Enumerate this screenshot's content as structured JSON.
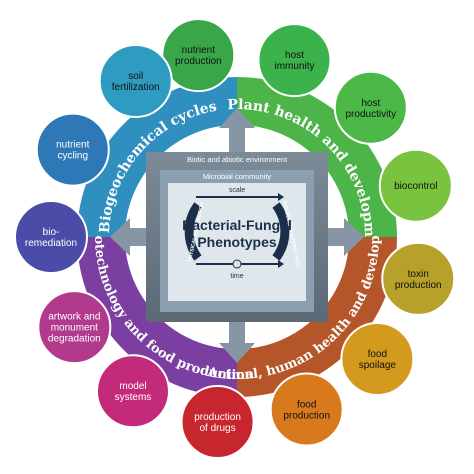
{
  "center": {
    "outer_label": "Biotic and abiotic environment",
    "inner_label": "Microbial community",
    "title_line1": "Bacterial-Fungal",
    "title_line2": "Phenotypes",
    "scale_label": "scale",
    "time_label": "time",
    "left_arc_label": "PHYSICAL INTERACTION",
    "right_arc_label": "MOLECULAR INTERACTION"
  },
  "sections": [
    {
      "id": "biogeo",
      "label": "Biogeochemical cycles",
      "color": "#2f8fbf"
    },
    {
      "id": "plant",
      "label": "Plant health and development",
      "color": "#4db44a"
    },
    {
      "id": "animal",
      "label": "Animal, human health and development",
      "color": "#b5552a"
    },
    {
      "id": "biotech",
      "label": "Biotechnology and food production",
      "color": "#7a3fa0"
    }
  ],
  "bubbles": [
    {
      "label": [
        "nutrient",
        "production"
      ],
      "color": "#3aa64a"
    },
    {
      "label": [
        "host",
        "immunity"
      ],
      "color": "#3cb24c"
    },
    {
      "label": [
        "host",
        "productivity"
      ],
      "color": "#4cb848"
    },
    {
      "label": [
        "biocontrol"
      ],
      "color": "#79c33f"
    },
    {
      "label": [
        "toxin",
        "production"
      ],
      "color": "#b7a12a"
    },
    {
      "label": [
        "food",
        "spoilage"
      ],
      "color": "#d39a1e"
    },
    {
      "label": [
        "food",
        "production"
      ],
      "color": "#d8791e"
    },
    {
      "label": [
        "production",
        "of drugs"
      ],
      "color": "#c8262f"
    },
    {
      "label": [
        "model",
        "systems"
      ],
      "color": "#c42a7a"
    },
    {
      "label": [
        "artwork and",
        "monument",
        "degradation"
      ],
      "color": "#b13a8c"
    },
    {
      "label": [
        "bio-",
        "remediation"
      ],
      "color": "#4a4ca8"
    },
    {
      "label": [
        "nutrient",
        "cycling"
      ],
      "color": "#2f78b8"
    },
    {
      "label": [
        "soil",
        "fertilization"
      ],
      "color": "#2e9cc0"
    }
  ]
}
